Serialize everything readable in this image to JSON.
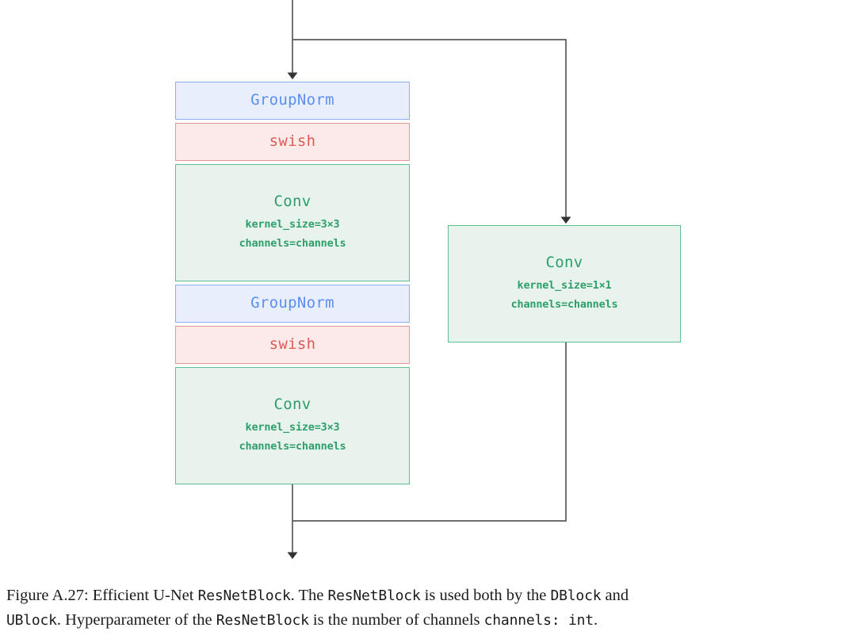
{
  "figure": {
    "kind": "diagram",
    "diagram_type": "flowchart",
    "title": "Efficient U-Net ResNetBlock"
  },
  "colors": {
    "norm_fill": "#e8eefc",
    "norm_border": "#8cb0ef",
    "norm_text": "#5b8ef0",
    "act_fill": "#fceaea",
    "act_border": "#e89b94",
    "act_text": "#dd5b52",
    "conv_fill": "#e7f3ec",
    "conv_border": "#5cbf91",
    "conv_text": "#2e9e6b",
    "wire": "#595959",
    "caption_text": "#1b1b1b"
  },
  "nodes": {
    "norm1": {
      "label": "GroupNorm"
    },
    "swish1": {
      "label": "swish"
    },
    "conv1": {
      "label": "Conv",
      "params": [
        "kernel_size=3×3",
        "channels=channels"
      ]
    },
    "norm2": {
      "label": "GroupNorm"
    },
    "swish2": {
      "label": "swish"
    },
    "conv2": {
      "label": "Conv",
      "params": [
        "kernel_size=3×3",
        "channels=channels"
      ]
    },
    "skip_conv": {
      "label": "Conv",
      "params": [
        "kernel_size=1×1",
        "channels=channels"
      ]
    }
  },
  "edges": [
    {
      "name": "input-to-norm1",
      "from": "input",
      "to": "norm1",
      "arrow": true
    },
    {
      "name": "input-branch-to-skip",
      "from": "input",
      "to": "skip_conv",
      "arrow": true
    },
    {
      "name": "norm1-to-swish1",
      "from": "norm1",
      "to": "swish1",
      "arrow": false
    },
    {
      "name": "swish1-to-conv1",
      "from": "swish1",
      "to": "conv1",
      "arrow": false
    },
    {
      "name": "conv1-to-norm2",
      "from": "conv1",
      "to": "norm2",
      "arrow": false
    },
    {
      "name": "norm2-to-swish2",
      "from": "norm2",
      "to": "swish2",
      "arrow": false
    },
    {
      "name": "swish2-to-conv2",
      "from": "swish2",
      "to": "conv2",
      "arrow": false
    },
    {
      "name": "conv2-to-output",
      "from": "conv2",
      "to": "output",
      "arrow": true
    },
    {
      "name": "skip-merge-to-output",
      "from": "skip_conv",
      "to": "output",
      "arrow": true
    }
  ],
  "caption": {
    "line1_a": "Figure A.27: Efficient U-Net ",
    "line1_mono1": "ResNetBlock",
    "line1_b": ". The ",
    "line1_mono2": "ResNetBlock",
    "line1_c": " is used both by the ",
    "line1_mono3": "DBlock",
    "line1_d": " and",
    "line2_mono1": "UBlock",
    "line2_a": ". Hyperparameter of the ",
    "line2_mono2": "ResNetBlock",
    "line2_b": " is the number of channels ",
    "line2_mono3": "channels: int",
    "line2_c": "."
  }
}
